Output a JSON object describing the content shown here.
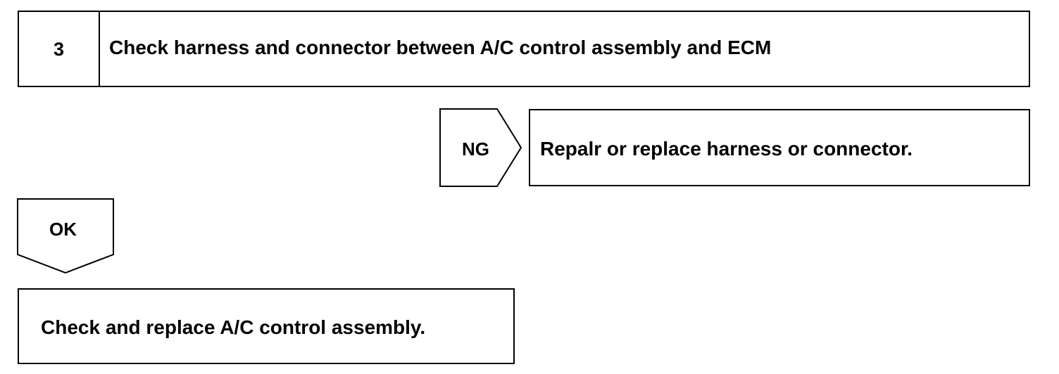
{
  "step": {
    "number": "3",
    "title": "Check harness and connector between A/C control assembly and ECM"
  },
  "branches": {
    "ng": {
      "label": "NG",
      "result": "Repalr or replace harness or connector."
    },
    "ok": {
      "label": "OK",
      "result": "Check and replace A/C control assembly."
    }
  }
}
